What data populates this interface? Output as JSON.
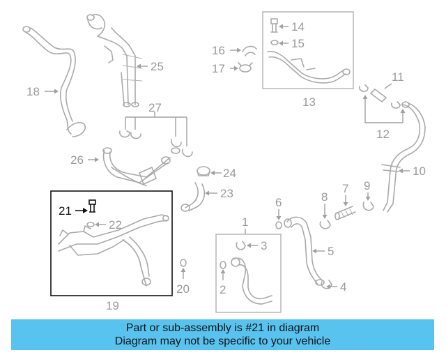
{
  "callouts": {
    "c1": "1",
    "c2": "2",
    "c3": "3",
    "c4": "4",
    "c5": "5",
    "c6": "6",
    "c7": "7",
    "c8": "8",
    "c9": "9",
    "c10": "10",
    "c11": "11",
    "c12": "12",
    "c13": "13",
    "c14": "14",
    "c15": "15",
    "c16": "16",
    "c17": "17",
    "c18": "18",
    "c19": "19",
    "c20": "20",
    "c21": "21",
    "c22": "22",
    "c23": "23",
    "c24": "24",
    "c25": "25",
    "c26": "26",
    "c27": "27"
  },
  "highlight": {
    "part": "21",
    "color": "#111111"
  },
  "colors": {
    "line_art": "#a9a9a9",
    "caption_background": "#59c3f0"
  },
  "caption": {
    "line1": "Part or sub-assembly is #21 in diagram",
    "line2": "Diagram may not be specific to your vehicle"
  }
}
